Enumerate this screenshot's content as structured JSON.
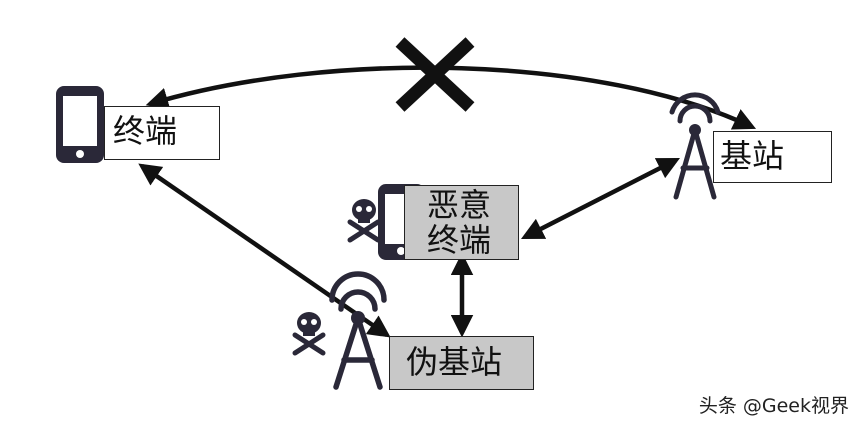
{
  "nodes": {
    "terminal": {
      "label": "终端"
    },
    "base_station": {
      "label": "基站"
    },
    "malicious_terminal": {
      "label_line1": "恶意",
      "label_line2": "终端"
    },
    "fake_base_station": {
      "label": "伪基站"
    }
  },
  "icons": {
    "phone": "phone-icon",
    "tower": "cell-tower-icon",
    "skull": "skull-crossbones-icon",
    "blocked": "cross-mark-icon"
  },
  "watermark": "头条 @Geek视界",
  "colors": {
    "device": "#2a2838",
    "box_fill_plain": "#ffffff",
    "box_fill_malicious": "#c8c8c8",
    "line": "#111111"
  }
}
